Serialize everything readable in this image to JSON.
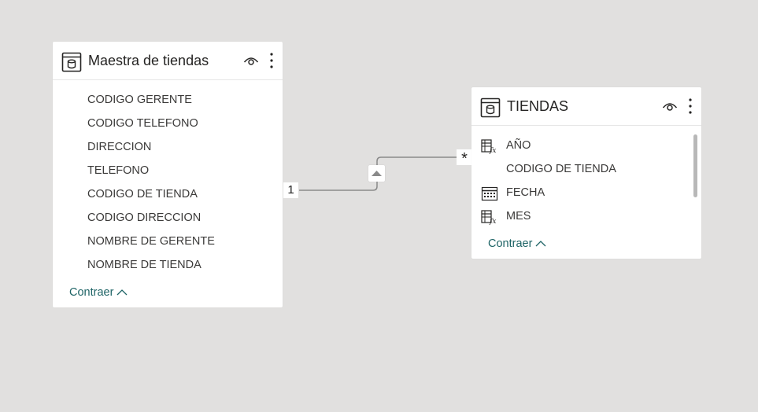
{
  "tables": [
    {
      "title": "Maestra de tiendas",
      "fields": [
        {
          "label": "CODIGO GERENTE",
          "icon": "none"
        },
        {
          "label": "CODIGO TELEFONO",
          "icon": "none"
        },
        {
          "label": "DIRECCION",
          "icon": "none"
        },
        {
          "label": "TELEFONO",
          "icon": "none"
        },
        {
          "label": "CODIGO DE TIENDA",
          "icon": "none"
        },
        {
          "label": "CODIGO DIRECCION",
          "icon": "none"
        },
        {
          "label": "NOMBRE DE GERENTE",
          "icon": "none"
        },
        {
          "label": "NOMBRE DE TIENDA",
          "icon": "none"
        }
      ],
      "collapse_label": "Contraer"
    },
    {
      "title": "TIENDAS",
      "fields": [
        {
          "label": "AÑO",
          "icon": "calculated-column-icon"
        },
        {
          "label": "CODIGO DE TIENDA",
          "icon": "none"
        },
        {
          "label": "FECHA",
          "icon": "calendar-icon"
        },
        {
          "label": "MES",
          "icon": "calculated-column-icon"
        }
      ],
      "collapse_label": "Contraer"
    }
  ],
  "relationship": {
    "from_cardinality": "1",
    "to_cardinality": "*"
  },
  "colors": {
    "canvas": "#e1e0df",
    "link": "#1e6466",
    "line": "#8a8a8a"
  }
}
